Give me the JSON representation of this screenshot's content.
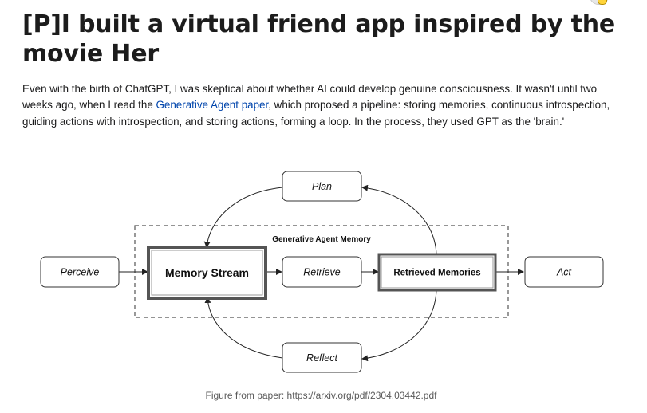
{
  "post": {
    "title": "[P]I built a virtual friend app inspired by the movie Her",
    "body_before_link": "Even with the birth of ChatGPT, I was skeptical about whether AI could develop genuine consciousness. It wasn't until two weeks ago, when I read the ",
    "link_text": "Generative Agent paper",
    "body_after_link": ", which proposed a pipeline: storing memories, continuous introspection, guiding actions with introspection, and storing actions, forming a loop. In the process, they used GPT as the 'brain.'",
    "link_color": "#0045ac"
  },
  "diagram": {
    "group_label": "Generative Agent Memory",
    "nodes": {
      "perceive": "Perceive",
      "memory_stream": "Memory Stream",
      "retrieve": "Retrieve",
      "retrieved_memories": "Retrieved Memories",
      "act": "Act",
      "plan": "Plan",
      "reflect": "Reflect"
    }
  },
  "caption": "Figure from paper: https://arxiv.org/pdf/2304.03442.pdf"
}
